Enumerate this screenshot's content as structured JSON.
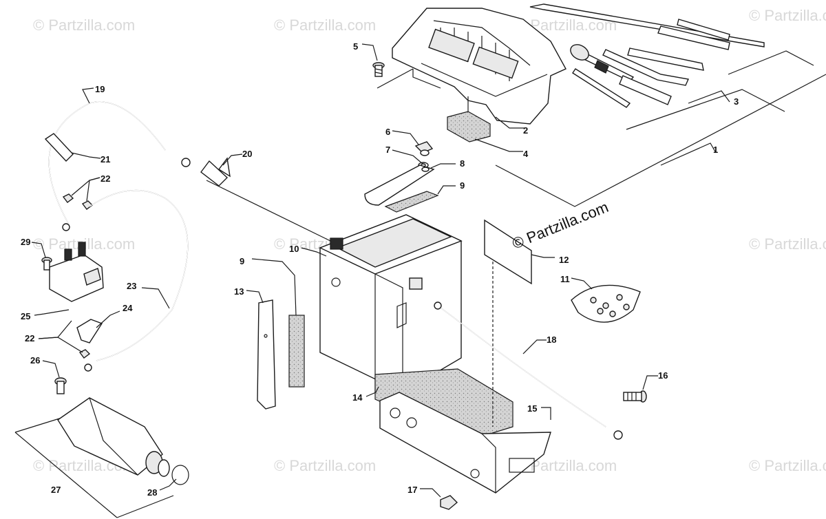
{
  "watermark": {
    "text": "© Partzilla.com",
    "main_text": "© Partzilla.com"
  },
  "callouts": {
    "c1": "1",
    "c2": "2",
    "c3": "3",
    "c4": "4",
    "c5": "5",
    "c6": "6",
    "c7": "7",
    "c8": "8",
    "c9a": "9",
    "c9b": "9",
    "c10": "10",
    "c11": "11",
    "c12": "12",
    "c13": "13",
    "c14": "14",
    "c15": "15",
    "c16": "16",
    "c17": "17",
    "c18": "18",
    "c19": "19",
    "c20": "20",
    "c21": "21",
    "c22a": "22",
    "c22b": "22",
    "c23": "23",
    "c24": "24",
    "c25": "25",
    "c26": "26",
    "c27": "27",
    "c28": "28",
    "c29": "29"
  }
}
